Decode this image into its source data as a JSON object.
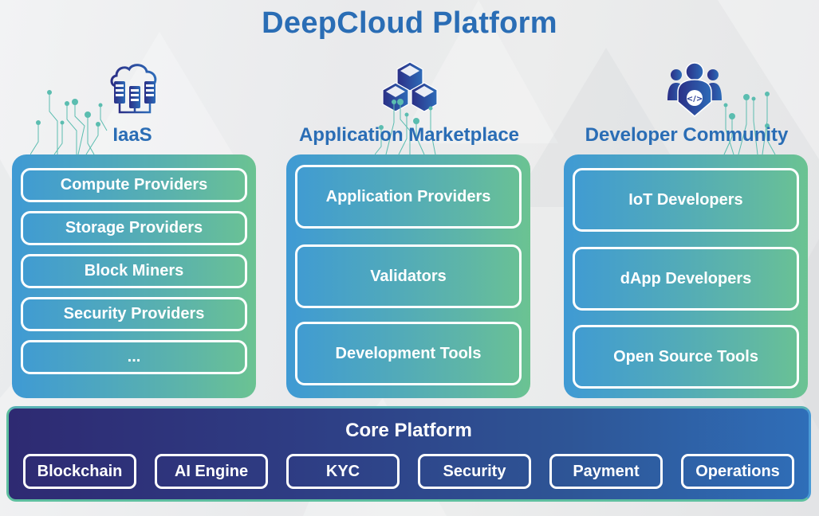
{
  "title": "DeepCloud Platform",
  "colors": {
    "title": "#2a6db5",
    "panel_gradient_start": "#3f9ad4",
    "panel_gradient_end": "#6bc392",
    "core_gradient_start": "#2e2a72",
    "core_gradient_end": "#2f6eb8",
    "core_border": "#5ebfa0",
    "icon": "#2b3f96"
  },
  "columns": [
    {
      "heading": "IaaS",
      "icon": "cloud-servers-icon",
      "items": [
        "Compute Providers",
        "Storage Providers",
        "Block Miners",
        "Security Providers",
        "..."
      ]
    },
    {
      "heading": "Application Marketplace",
      "icon": "stacked-cubes-icon",
      "items": [
        "Application Providers",
        "Validators",
        "Development Tools"
      ]
    },
    {
      "heading": "Developer Community",
      "icon": "developer-group-icon",
      "items": [
        "IoT Developers",
        "dApp Developers",
        "Open Source Tools"
      ]
    }
  ],
  "core": {
    "title": "Core Platform",
    "components": [
      "Blockchain",
      "AI Engine",
      "KYC",
      "Security",
      "Payment",
      "Operations"
    ]
  }
}
